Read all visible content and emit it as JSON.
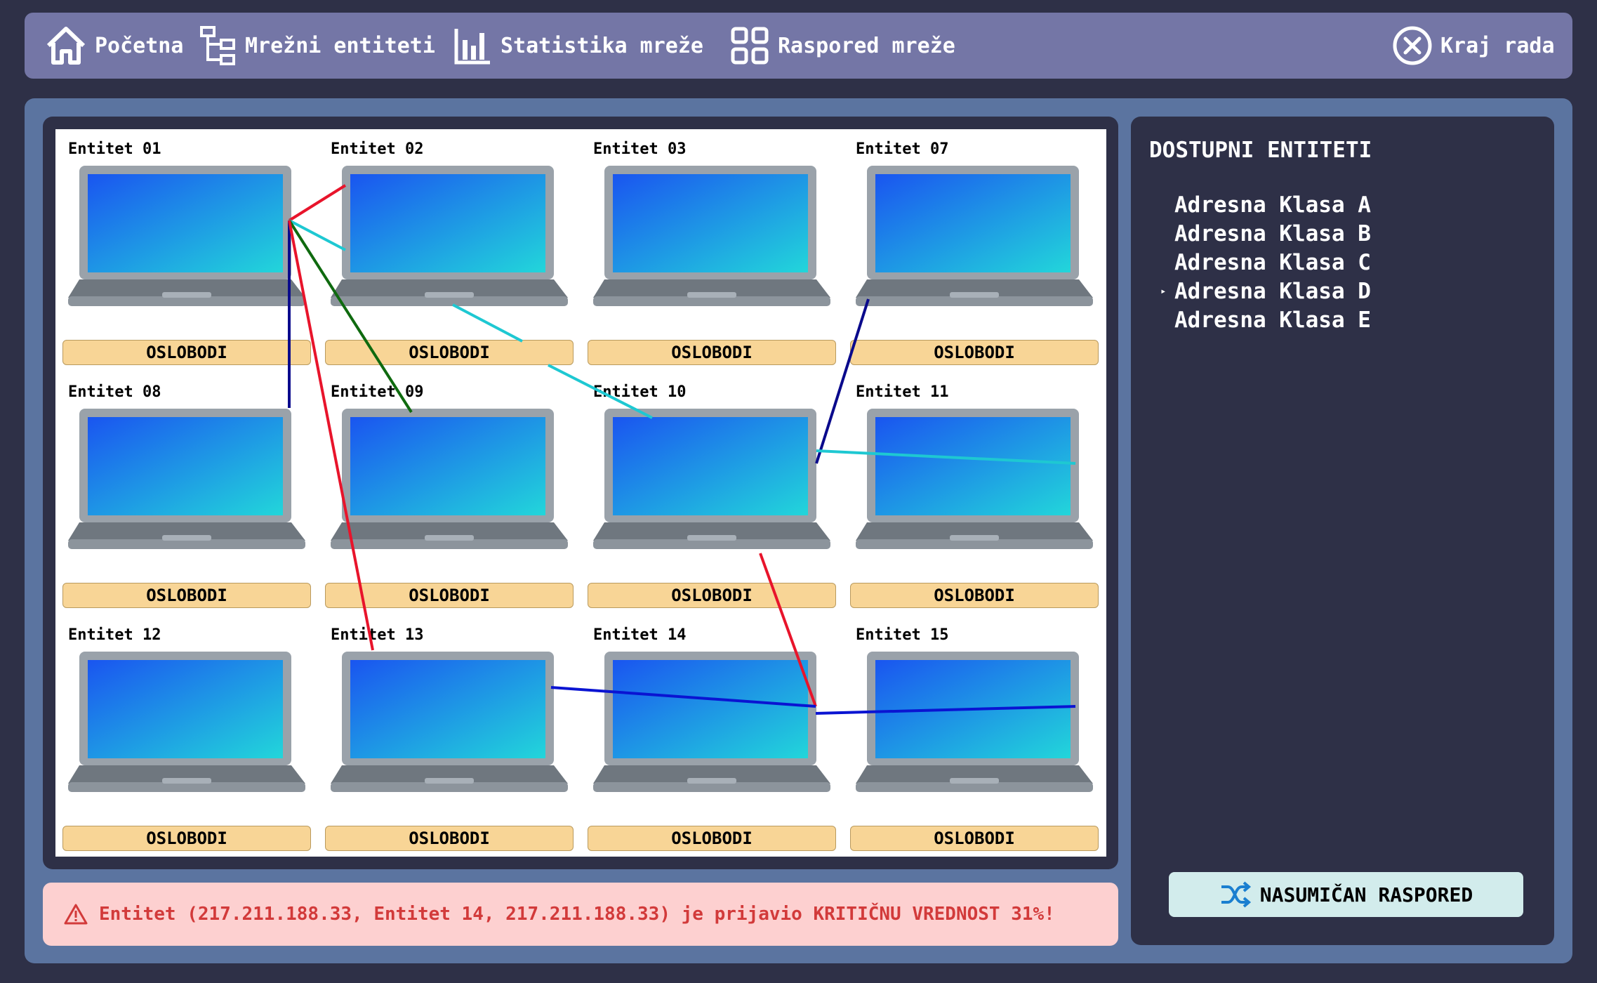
{
  "nav": {
    "items": [
      {
        "label": "Početna",
        "icon": "home-icon"
      },
      {
        "label": "Mrežni entiteti",
        "icon": "hierarchy-icon"
      },
      {
        "label": "Statistika mreže",
        "icon": "bar-chart-icon"
      },
      {
        "label": "Raspored mreže",
        "icon": "grid-icon"
      }
    ],
    "exit_label": "Kraj rada"
  },
  "grid": {
    "release_label": "OSLOBODI",
    "cells": [
      {
        "title": "Entitet 01"
      },
      {
        "title": "Entitet 02"
      },
      {
        "title": "Entitet 03"
      },
      {
        "title": "Entitet 07"
      },
      {
        "title": "Entitet 08"
      },
      {
        "title": "Entitet 09"
      },
      {
        "title": "Entitet 10"
      },
      {
        "title": "Entitet 11"
      },
      {
        "title": "Entitet 12"
      },
      {
        "title": "Entitet 13"
      },
      {
        "title": "Entitet 14"
      },
      {
        "title": "Entitet 15"
      }
    ]
  },
  "alert": {
    "message": "Entitet (217.211.188.33, Entitet 14, 217.211.188.33) je prijavio KRITIČNU VREDNOST 31%!",
    "icon": "warning-icon"
  },
  "sidebar": {
    "title": "DOSTUPNI ENTITETI",
    "items": [
      {
        "label": "Adresna Klasa A"
      },
      {
        "label": "Adresna Klasa B"
      },
      {
        "label": "Adresna Klasa C"
      },
      {
        "label": "Adresna Klasa D",
        "selected": true
      },
      {
        "label": "Adresna Klasa E"
      }
    ],
    "shuffle_label": "NASUMIČAN RASPORED",
    "shuffle_icon": "shuffle-icon"
  },
  "colors": {
    "link_red": "#e8142b",
    "link_cyan": "#1ec8d2",
    "link_green": "#0f6a0f",
    "link_navy": "#0a0a8c",
    "link_blue": "#0a14d2"
  }
}
